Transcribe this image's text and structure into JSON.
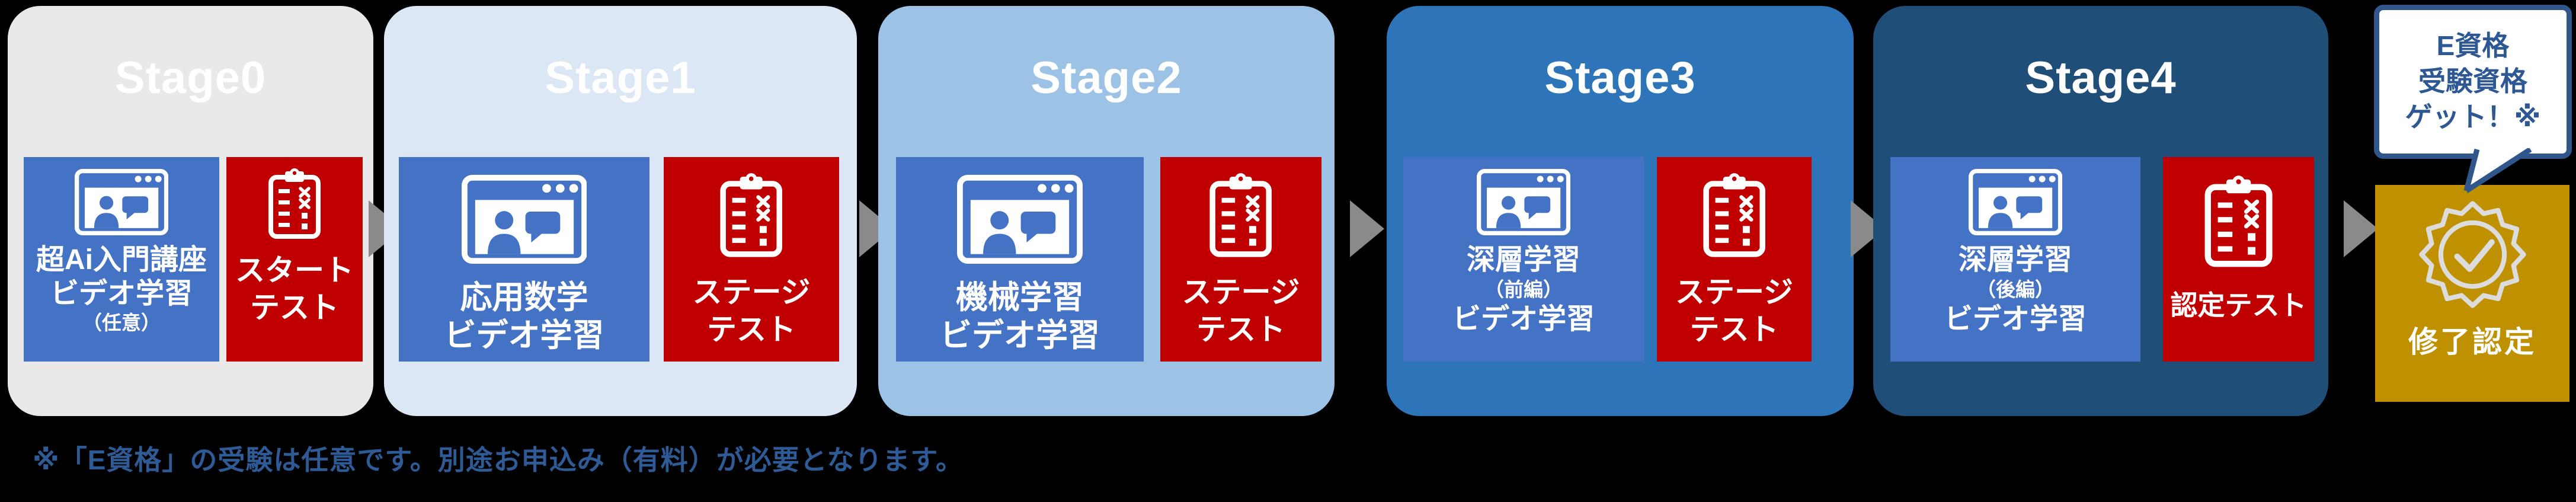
{
  "stages": [
    {
      "title": "Stage0",
      "video": {
        "l1": "超Ai入門講座",
        "l2": "ビデオ学習",
        "l3": "（任意）"
      },
      "test": {
        "l1": "スタート",
        "l2": "テスト"
      }
    },
    {
      "title": "Stage1",
      "video": {
        "l1": "応用数学",
        "l2": "ビデオ学習"
      },
      "test": {
        "l1": "ステージ",
        "l2": "テスト"
      }
    },
    {
      "title": "Stage2",
      "video": {
        "l1": "機械学習",
        "l2": "ビデオ学習"
      },
      "test": {
        "l1": "ステージ",
        "l2": "テスト"
      }
    },
    {
      "title": "Stage3",
      "video": {
        "l1": "深層学習",
        "l2": "（前編）",
        "l3": "ビデオ学習"
      },
      "test": {
        "l1": "ステージ",
        "l2": "テスト"
      }
    },
    {
      "title": "Stage4",
      "video": {
        "l1": "深層学習",
        "l2": "（後編）",
        "l3": "ビデオ学習"
      },
      "test": {
        "l1": "認定テスト"
      }
    }
  ],
  "bubble": {
    "l1": "E資格",
    "l2": "受験資格",
    "l3": "ゲット！※"
  },
  "completion": {
    "label": "修了認定"
  },
  "note": "※「E資格」の受験は任意です。別途お申込み（有料）が必要となります。",
  "colors": {
    "c-stage0": "#e9e9e9",
    "c-stage1": "#dbe7f5",
    "c-stage2": "#9cc3e6",
    "c-stage3": "#2e74b8",
    "c-stage4": "#1f4e79",
    "c-videoBlue": "#4472c4",
    "c-testRed": "#c00000",
    "c-gold": "#bf9000",
    "c-badgeGray": "#dcdcdc",
    "c-bubbleBorder": "#31568c",
    "c-bubbleText": "#2e5893",
    "c-noteBlue": "#2e5a96",
    "c-arrowGray": "#8a8a8a",
    "c-white": "#ffffff"
  }
}
